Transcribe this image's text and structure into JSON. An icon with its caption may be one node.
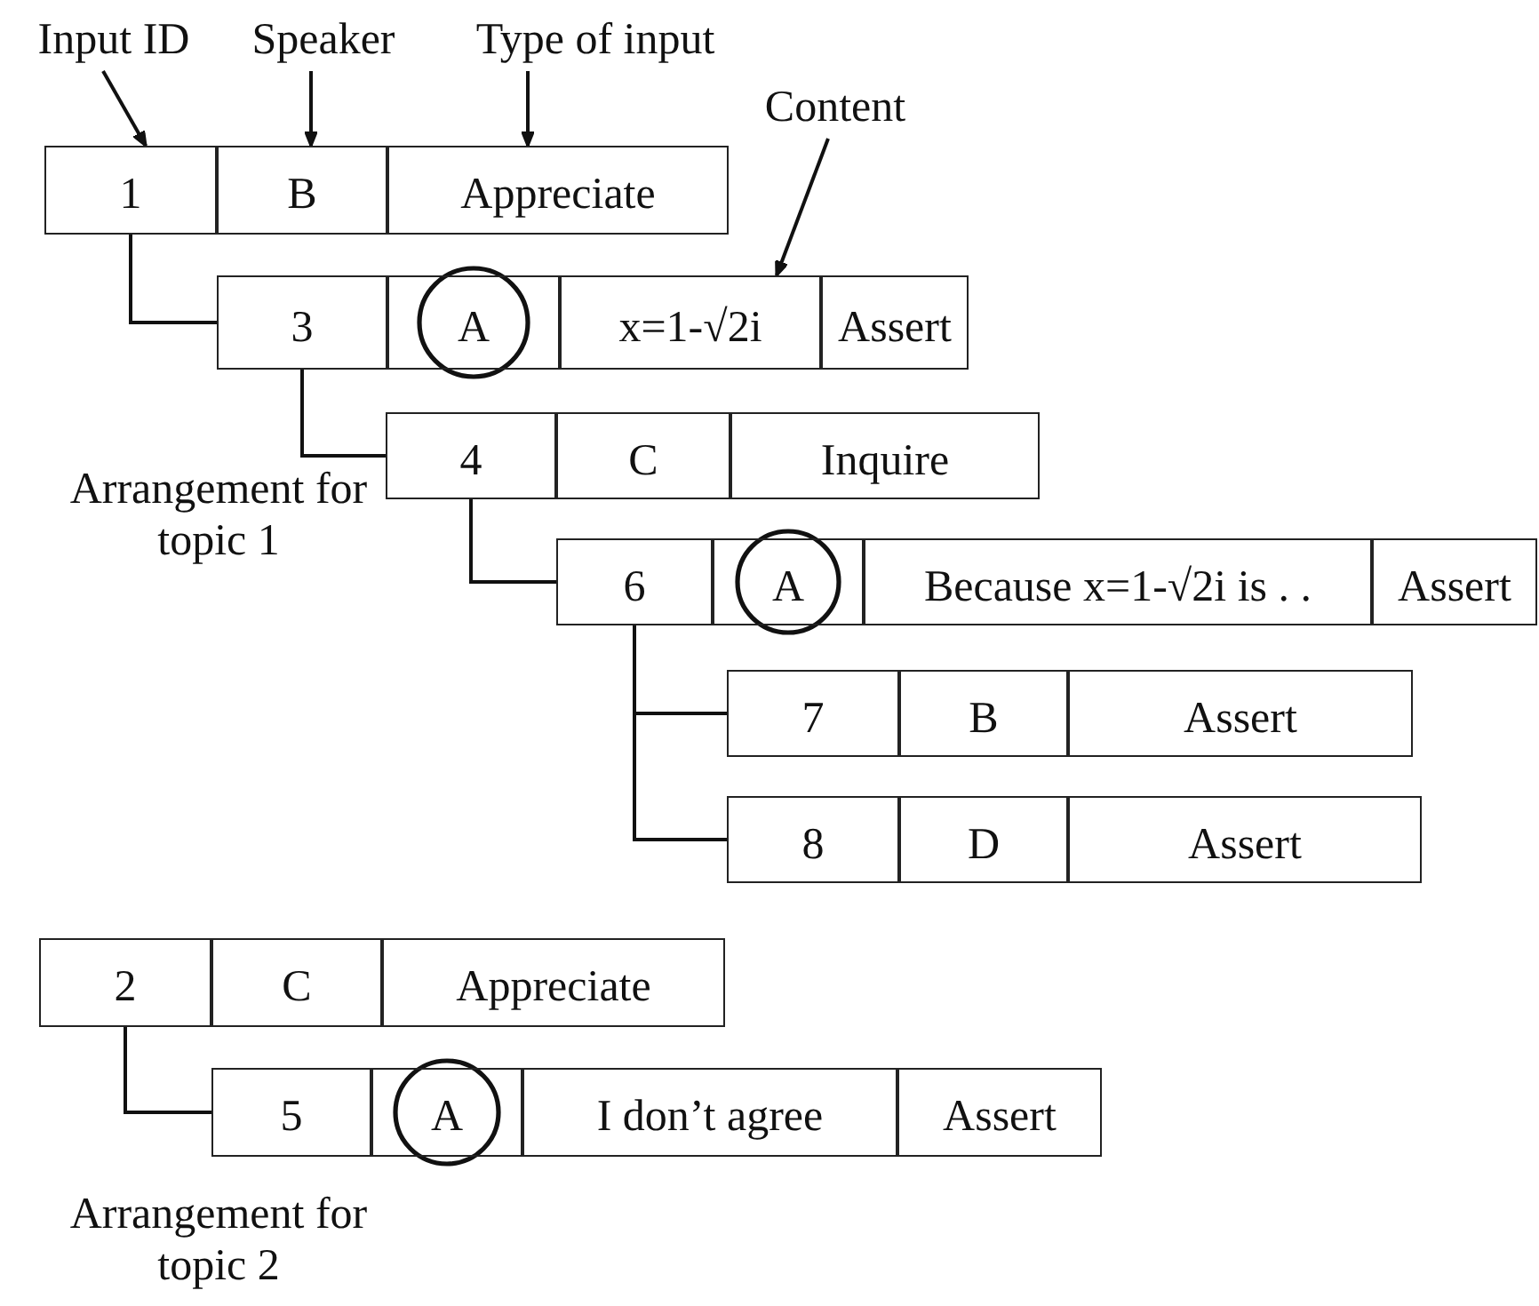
{
  "diagram": {
    "nodes": [
      {
        "text": [
          "Input ID"
        ]
      },
      {
        "text": [
          "Speaker"
        ]
      },
      {
        "text": [
          "Type of input"
        ]
      },
      {
        "text": [
          "Content"
        ]
      },
      {
        "text": [
          "1"
        ]
      },
      {
        "text": [
          "B"
        ]
      },
      {
        "text": [
          "Appreciate"
        ]
      },
      {
        "text": [
          "3"
        ]
      },
      {
        "text": [
          "A"
        ]
      },
      {
        "text": [
          "x=1-√2i"
        ]
      },
      {
        "text": [
          "Assert"
        ]
      },
      {
        "text": [
          "4"
        ]
      },
      {
        "text": [
          "C"
        ]
      },
      {
        "text": [
          "Inquire"
        ]
      },
      {
        "text": [
          "6"
        ]
      },
      {
        "text": [
          "A"
        ]
      },
      {
        "text": [
          "Because x=1-√2i is . ."
        ]
      },
      {
        "text": [
          "Assert"
        ]
      },
      {
        "text": [
          "7"
        ]
      },
      {
        "text": [
          "B"
        ]
      },
      {
        "text": [
          "Assert"
        ]
      },
      {
        "text": [
          "8"
        ]
      },
      {
        "text": [
          "D"
        ]
      },
      {
        "text": [
          "Assert"
        ]
      },
      {
        "text": [
          "2"
        ]
      },
      {
        "text": [
          "C"
        ]
      },
      {
        "text": [
          "Appreciate"
        ]
      },
      {
        "text": [
          "5"
        ]
      },
      {
        "text": [
          "A"
        ]
      },
      {
        "text": [
          "I don’t agree"
        ]
      },
      {
        "text": [
          "Assert"
        ]
      }
    ],
    "edges": [
      {
        "from": 0,
        "to": 4,
        "arrow": "to"
      },
      {
        "from": 1,
        "to": 5,
        "arrow": "to"
      },
      {
        "from": 2,
        "to": 6,
        "arrow": "to"
      },
      {
        "from": 3,
        "to": 9,
        "arrow": "to"
      },
      {
        "from": 4,
        "to": 7,
        "arrow": "none"
      },
      {
        "from": 7,
        "to": 11,
        "arrow": "none"
      },
      {
        "from": 11,
        "to": 14,
        "arrow": "none"
      },
      {
        "from": 14,
        "to": 18,
        "arrow": "none"
      },
      {
        "from": 14,
        "to": 21,
        "arrow": "none"
      },
      {
        "from": 24,
        "to": 27,
        "arrow": "none"
      }
    ],
    "labels": [
      "Arrangement for topic 1",
      "Arrangement for topic 2"
    ]
  }
}
